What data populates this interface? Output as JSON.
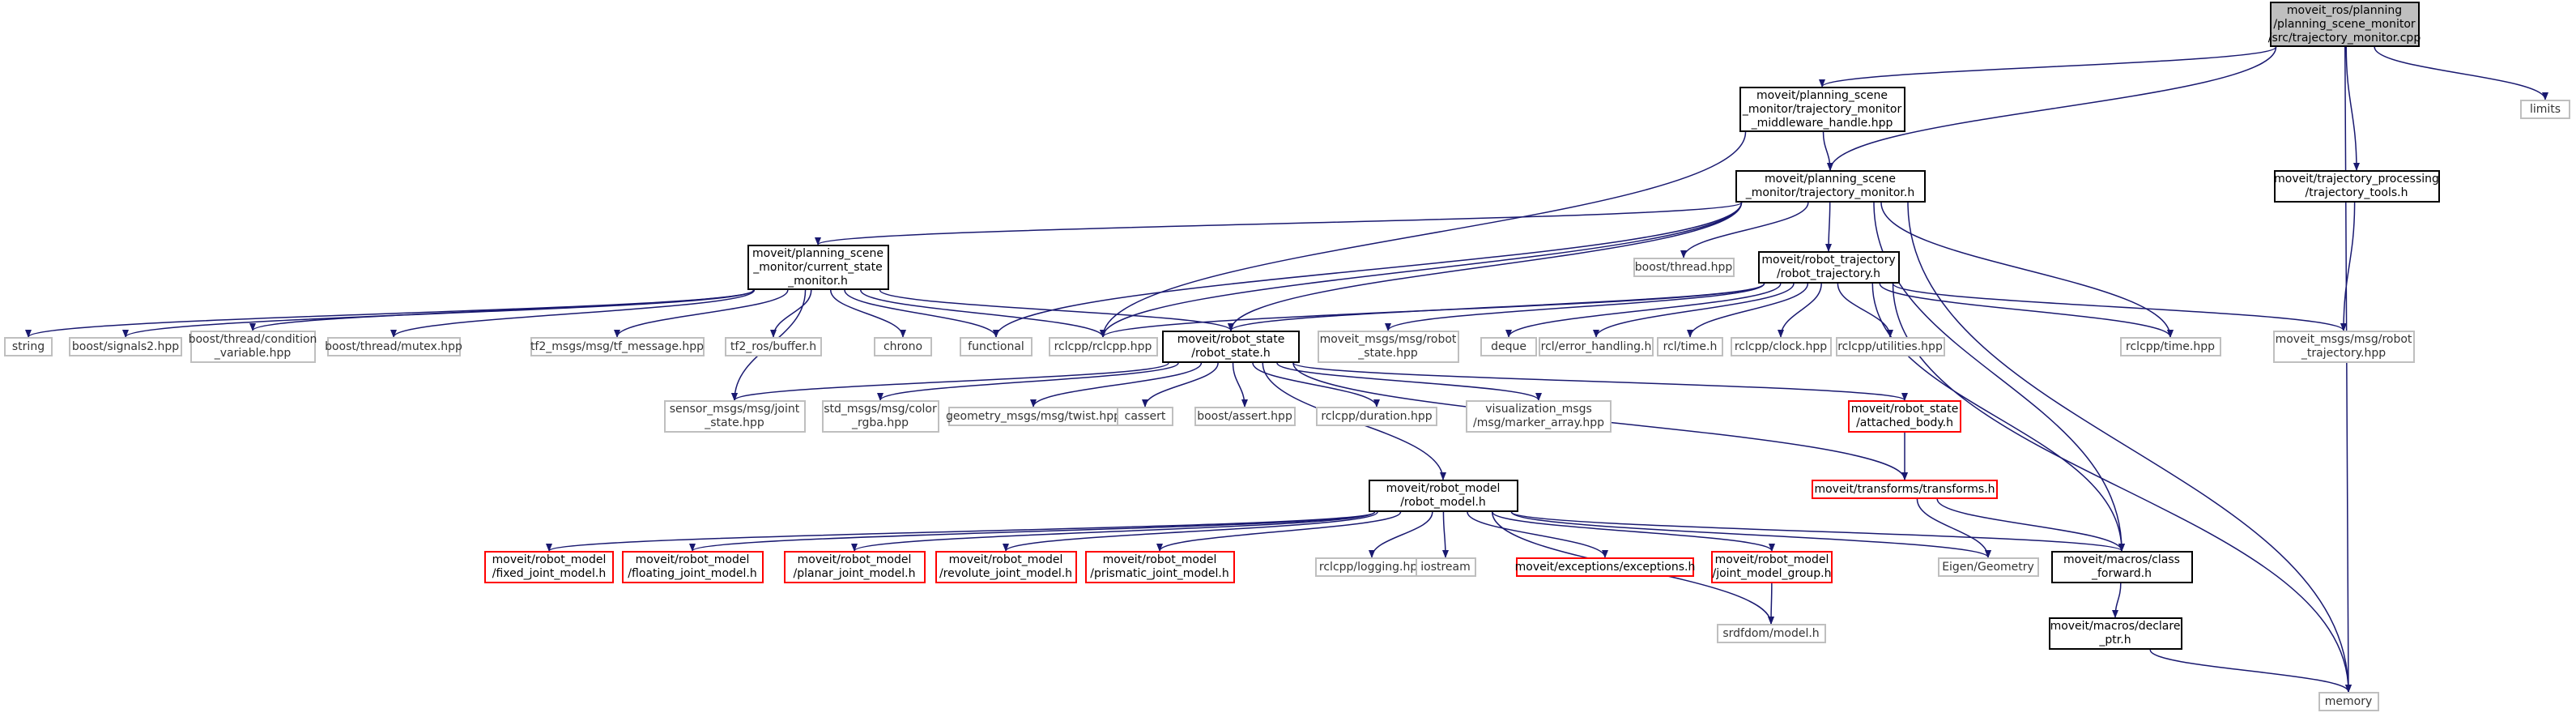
{
  "colors": {
    "edge": "#191970",
    "internal_border": "#000000",
    "external_border": "#bfbfbf",
    "missing_border": "#ff0000",
    "root_fill": "#bfbfbf"
  },
  "nodes": {
    "root": {
      "lines": [
        "moveit_ros/planning",
        "/planning_scene_monitor",
        "/src/trajectory_monitor.cpp"
      ]
    },
    "mw": {
      "lines": [
        "moveit/planning_scene",
        "_monitor/trajectory_monitor",
        "_middleware_handle.hpp"
      ]
    },
    "limits": {
      "lines": [
        "limits"
      ]
    },
    "tm": {
      "lines": [
        "moveit/planning_scene",
        "_monitor/trajectory_monitor.h"
      ]
    },
    "tt": {
      "lines": [
        "moveit/trajectory_processing",
        "/trajectory_tools.h"
      ]
    },
    "csm": {
      "lines": [
        "moveit/planning_scene",
        "_monitor/current_state",
        "_monitor.h"
      ]
    },
    "bthread": {
      "lines": [
        "boost/thread.hpp"
      ]
    },
    "rt": {
      "lines": [
        "moveit/robot_trajectory",
        "/robot_trajectory.h"
      ]
    },
    "string": {
      "lines": [
        "string"
      ]
    },
    "signals2": {
      "lines": [
        "boost/signals2.hpp"
      ]
    },
    "condvar": {
      "lines": [
        "boost/thread/condition",
        "_variable.hpp"
      ]
    },
    "mutex": {
      "lines": [
        "boost/thread/mutex.hpp"
      ]
    },
    "tfmsg": {
      "lines": [
        "tf2_msgs/msg/tf_message.hpp"
      ]
    },
    "tfbuf": {
      "lines": [
        "tf2_ros/buffer.h"
      ]
    },
    "chrono": {
      "lines": [
        "chrono"
      ]
    },
    "functional": {
      "lines": [
        "functional"
      ]
    },
    "rclcpp": {
      "lines": [
        "rclcpp/rclcpp.hpp"
      ]
    },
    "rs": {
      "lines": [
        "moveit/robot_state",
        "/robot_state.h"
      ]
    },
    "rsmsg": {
      "lines": [
        "moveit_msgs/msg/robot",
        "_state.hpp"
      ]
    },
    "deque": {
      "lines": [
        "deque"
      ]
    },
    "errh": {
      "lines": [
        "rcl/error_handling.h"
      ]
    },
    "rcltime": {
      "lines": [
        "rcl/time.h"
      ]
    },
    "clock": {
      "lines": [
        "rclcpp/clock.hpp"
      ]
    },
    "util": {
      "lines": [
        "rclcpp/utilities.hpp"
      ]
    },
    "rctime": {
      "lines": [
        "rclcpp/time.hpp"
      ]
    },
    "rtmsg": {
      "lines": [
        "moveit_msgs/msg/robot",
        "_trajectory.hpp"
      ]
    },
    "joint": {
      "lines": [
        "sensor_msgs/msg/joint",
        "_state.hpp"
      ]
    },
    "color": {
      "lines": [
        "std_msgs/msg/color",
        "_rgba.hpp"
      ]
    },
    "twist": {
      "lines": [
        "geometry_msgs/msg/twist.hpp"
      ]
    },
    "cassert": {
      "lines": [
        "cassert"
      ]
    },
    "bassert": {
      "lines": [
        "boost/assert.hpp"
      ]
    },
    "duration": {
      "lines": [
        "rclcpp/duration.hpp"
      ]
    },
    "marker": {
      "lines": [
        "visualization_msgs",
        "/msg/marker_array.hpp"
      ]
    },
    "ab": {
      "lines": [
        "moveit/robot_state",
        "/attached_body.h"
      ]
    },
    "rm": {
      "lines": [
        "moveit/robot_model",
        "/robot_model.h"
      ]
    },
    "tr": {
      "lines": [
        "moveit/transforms/transforms.h"
      ]
    },
    "fixed": {
      "lines": [
        "moveit/robot_model",
        "/fixed_joint_model.h"
      ]
    },
    "floating": {
      "lines": [
        "moveit/robot_model",
        "/floating_joint_model.h"
      ]
    },
    "planar": {
      "lines": [
        "moveit/robot_model",
        "/planar_joint_model.h"
      ]
    },
    "revolute": {
      "lines": [
        "moveit/robot_model",
        "/revolute_joint_model.h"
      ]
    },
    "prismatic": {
      "lines": [
        "moveit/robot_model",
        "/prismatic_joint_model.h"
      ]
    },
    "logging": {
      "lines": [
        "rclcpp/logging.hpp"
      ]
    },
    "iostream": {
      "lines": [
        "iostream"
      ]
    },
    "exc": {
      "lines": [
        "moveit/exceptions/exceptions.h"
      ]
    },
    "jmg": {
      "lines": [
        "moveit/robot_model",
        "/joint_model_group.h"
      ]
    },
    "eigen": {
      "lines": [
        "Eigen/Geometry"
      ]
    },
    "cf": {
      "lines": [
        "moveit/macros/class",
        "_forward.h"
      ]
    },
    "srdf": {
      "lines": [
        "srdfdom/model.h"
      ]
    },
    "dp": {
      "lines": [
        "moveit/macros/declare",
        "_ptr.h"
      ]
    },
    "memory": {
      "lines": [
        "memory"
      ]
    }
  }
}
